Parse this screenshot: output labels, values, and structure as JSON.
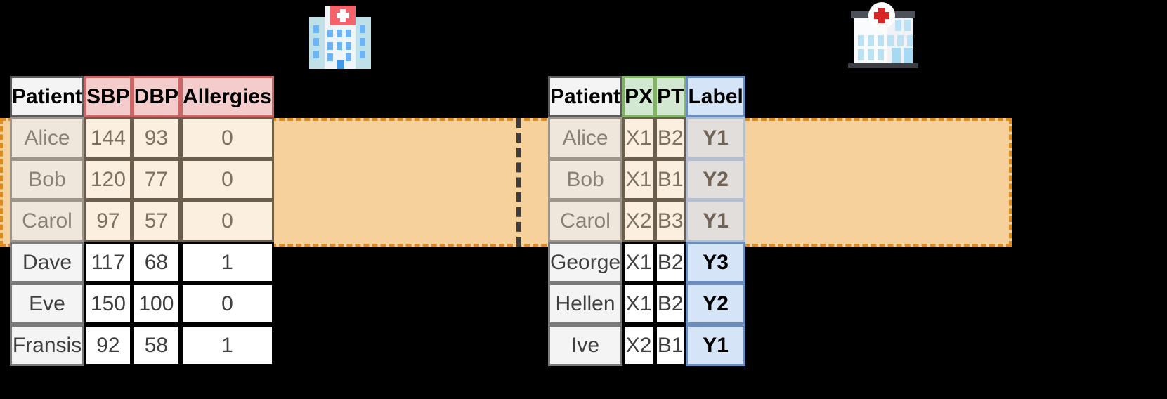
{
  "figure": {
    "background": "#000000",
    "highlight_color": "#f7d19c",
    "highlight_border_color": "#e08a17",
    "dashed_divider_color": "#3d3d3d"
  },
  "icons": {
    "left": {
      "name": "hospital-icon",
      "style": "blue-hospital-building"
    },
    "right": {
      "name": "hospital-icon",
      "style": "white-hospital-building-red-cross"
    }
  },
  "tables": [
    {
      "id": "left-table",
      "name": "hospital-a-table",
      "header_colors": [
        "#f4f4f4",
        "#f4cccc",
        "#f4cccc",
        "#f4cccc"
      ],
      "columns": [
        "Patient",
        "SBP",
        "DBP",
        "Allergies"
      ],
      "rows": [
        {
          "cells": [
            "Alice",
            "144",
            "93",
            "0"
          ],
          "selected": true
        },
        {
          "cells": [
            "Bob",
            "120",
            "77",
            "0"
          ],
          "selected": true
        },
        {
          "cells": [
            "Carol",
            "97",
            "57",
            "0"
          ],
          "selected": true
        },
        {
          "cells": [
            "Dave",
            "117",
            "68",
            "1"
          ],
          "selected": false
        },
        {
          "cells": [
            "Eve",
            "150",
            "100",
            "0"
          ],
          "selected": false
        },
        {
          "cells": [
            "Fransis",
            "92",
            "58",
            "1"
          ],
          "selected": false
        }
      ]
    },
    {
      "id": "right-table",
      "name": "hospital-b-table",
      "header_colors": [
        "#f4f4f4",
        "#d3e8d1",
        "#d3e8d1",
        "#d6e4f7"
      ],
      "columns": [
        "Patient",
        "PX",
        "PT",
        "Label"
      ],
      "rows": [
        {
          "cells": [
            "Alice",
            "X1",
            "B2",
            "Y1"
          ],
          "selected": true
        },
        {
          "cells": [
            "Bob",
            "X1",
            "B1",
            "Y2"
          ],
          "selected": true
        },
        {
          "cells": [
            "Carol",
            "X2",
            "B3",
            "Y1"
          ],
          "selected": true
        },
        {
          "cells": [
            "George",
            "X1",
            "B2",
            "Y3"
          ],
          "selected": false
        },
        {
          "cells": [
            "Hellen",
            "X1",
            "B2",
            "Y2"
          ],
          "selected": false
        },
        {
          "cells": [
            "Ive",
            "X2",
            "B1",
            "Y1"
          ],
          "selected": false
        }
      ]
    }
  ]
}
